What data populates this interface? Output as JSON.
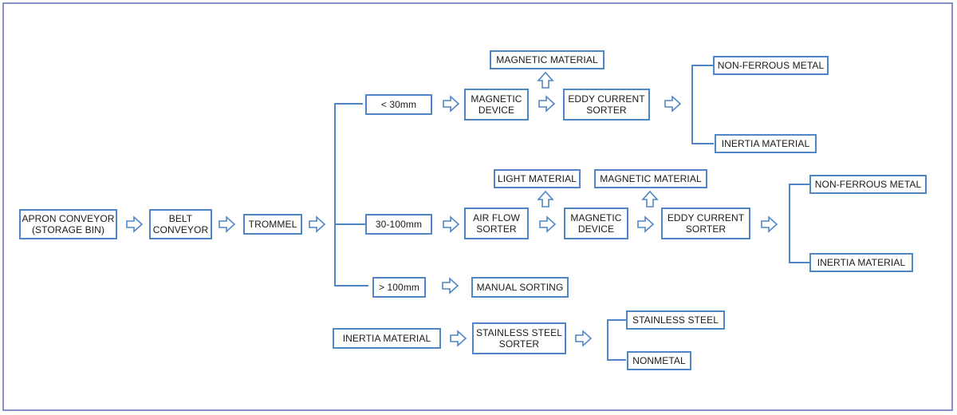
{
  "nodes": {
    "apron": "APRON CONVEYOR\n(STORAGE BIN)",
    "belt": "BELT\nCONVEYOR",
    "trommel": "TROMMEL",
    "lt30": "< 30mm",
    "mid": "30-100mm",
    "gt100": "> 100mm",
    "mag_material_1": "MAGNETIC MATERIAL",
    "mag_device_1": "MAGNETIC\nDEVICE",
    "eddy_1": "EDDY CURRENT\nSORTER",
    "nonferrous_1": "NON-FERROUS METAL",
    "inertia_1": "INERTIA MATERIAL",
    "light_material": "LIGHT MATERIAL",
    "air_flow": "AIR FLOW\nSORTER",
    "mag_material_2": "MAGNETIC MATERIAL",
    "mag_device_2": "MAGNETIC\nDEVICE",
    "eddy_2": "EDDY CURRENT\nSORTER",
    "nonferrous_2": "NON-FERROUS METAL",
    "inertia_2": "INERTIA MATERIAL",
    "manual": "MANUAL SORTING",
    "inertia_in": "INERTIA MATERIAL",
    "ss_sorter": "STAINLESS STEEL\nSORTER",
    "stainless": "STAINLESS STEEL",
    "nonmetal": "NONMETAL"
  },
  "colors": {
    "box_border": "#4f86c6",
    "connector": "#4f86c6",
    "frame": "#8a8fc9"
  }
}
